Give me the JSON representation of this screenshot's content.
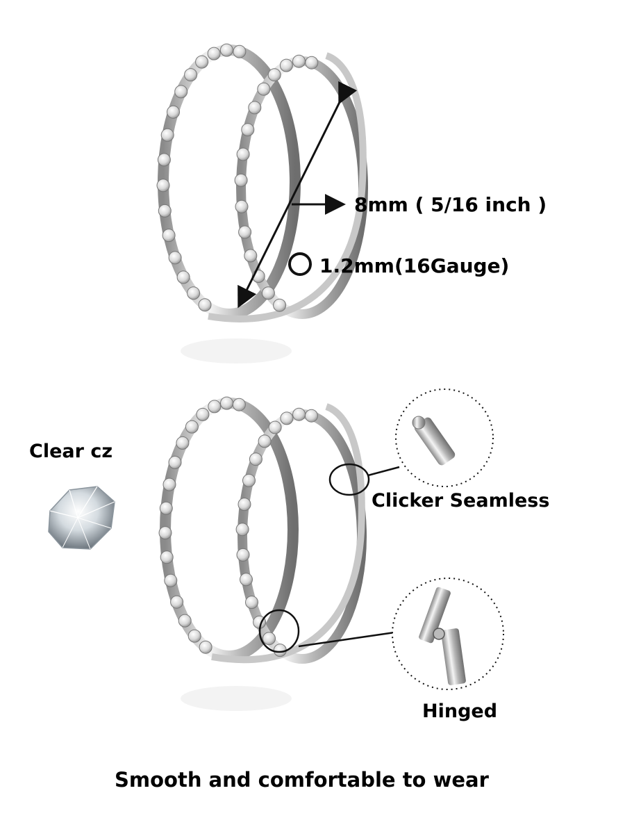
{
  "annotations": {
    "size": "8mm ( 5/16 inch )",
    "gauge": "1.2mm(16Gauge)",
    "material": "Clear cz",
    "closure": "Clicker Seamless",
    "hinge": "Hinged"
  },
  "tagline": "Smooth and comfortable to wear",
  "colors": {
    "background": "#ffffff",
    "metal_dark": "#555555",
    "metal_light": "#dddddd",
    "line": "#111111"
  },
  "icons": [
    "ring-image",
    "diameter-arrow",
    "gauge-circle-icon",
    "cz-gem-icon",
    "clicker-detail-icon",
    "hinge-detail-icon"
  ]
}
